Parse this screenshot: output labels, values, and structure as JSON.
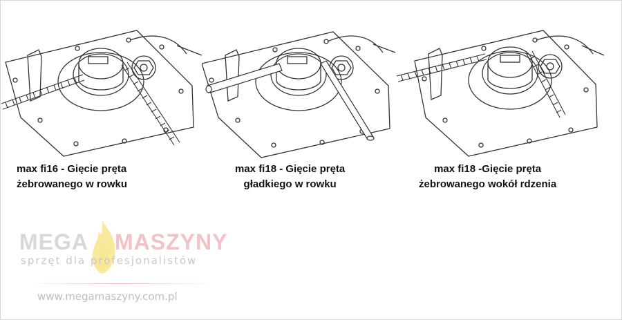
{
  "captions": [
    {
      "line1": "max fi16 - Gięcie pręta",
      "line2": "żebrowanego w rowku"
    },
    {
      "line1": "max fi18 - Gięcie pręta",
      "line2": "gładkiego w  rowku"
    },
    {
      "line1": "max fi18 -Gięcie pręta",
      "line2": "żebrowanego wokół rdzenia"
    }
  ],
  "logo": {
    "word_left": "MEGA",
    "word_right": "MASZYNY",
    "tagline": "sprzęt dla profesjonalistów",
    "url": "www.megamaszyny.com.pl",
    "colors": {
      "grey": "#d8d8d8",
      "pink": "#f2c3c6",
      "flame": "#f3d74b"
    }
  }
}
